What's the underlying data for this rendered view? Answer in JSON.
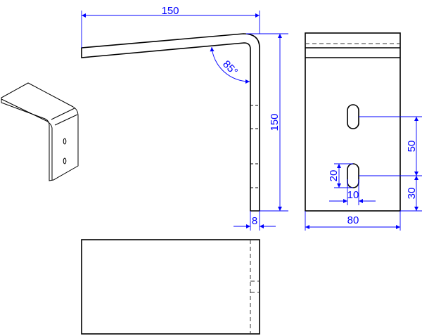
{
  "drawing": {
    "front_view": {
      "width_dim": "150",
      "height_dim": "150",
      "angle_dim": "85°",
      "thickness_dim": "8"
    },
    "side_view": {
      "width_dim": "80",
      "slot_spacing_dim": "50",
      "slot_bottom_offset_dim": "30",
      "slot_length_dim": "20",
      "slot_width_dim": "10"
    },
    "colors": {
      "dimension": "#0000ff",
      "outline": "#000000"
    }
  }
}
